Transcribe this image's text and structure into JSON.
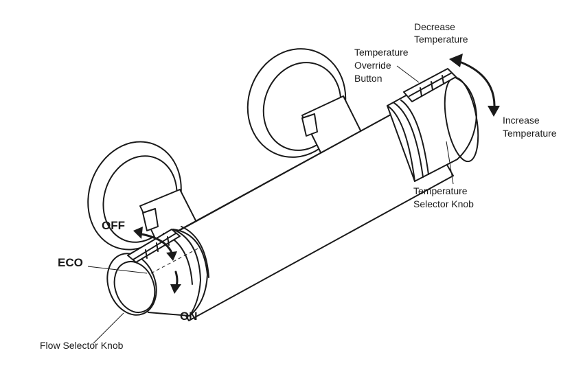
{
  "labels": {
    "decrease_temperature": [
      "Decrease",
      "Temperature"
    ],
    "increase_temperature": [
      "Increase",
      "Temperature"
    ],
    "override_button": [
      "Temperature",
      "Override",
      "Button"
    ],
    "temperature_selector_knob": [
      "Temperature",
      "Selector Knob"
    ],
    "off": "OFF",
    "eco": "ECO",
    "on": "ON",
    "flow_selector_knob": "Flow Selector Knob"
  }
}
